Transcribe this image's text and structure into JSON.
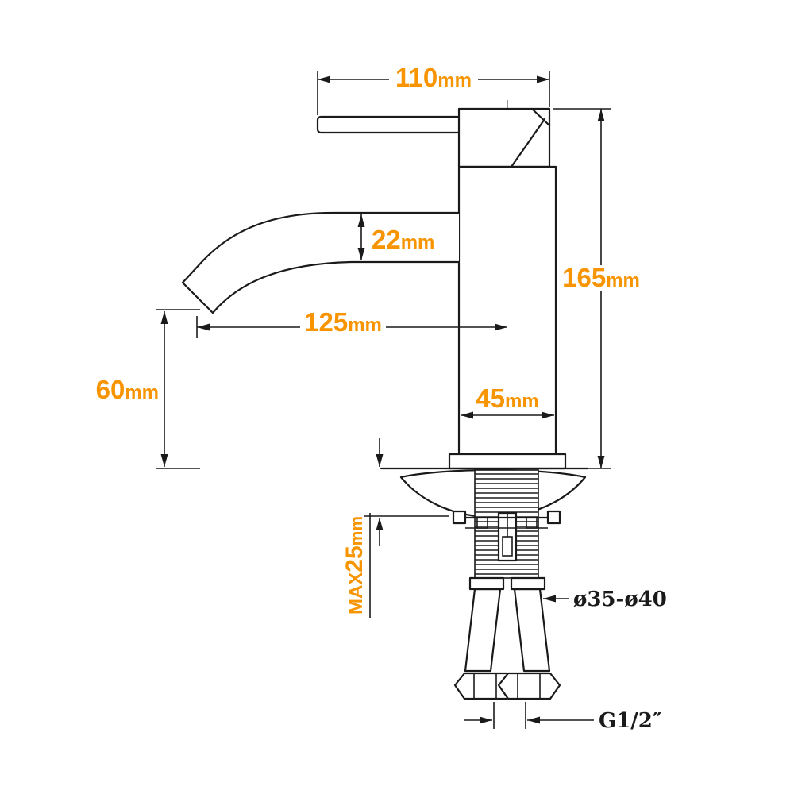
{
  "colors": {
    "accent": "#F79400",
    "line": "#1A1A1A",
    "background": "#FFFFFF"
  },
  "dimensions": {
    "handle_width": {
      "value": "110",
      "unit": "mm"
    },
    "total_height": {
      "value": "165",
      "unit": "mm"
    },
    "spout_diameter": {
      "value": "22",
      "unit": "mm"
    },
    "spout_reach": {
      "value": "125",
      "unit": "mm"
    },
    "spout_height": {
      "value": "60",
      "unit": "mm"
    },
    "body_width": {
      "value": "45",
      "unit": "mm"
    },
    "deck_thickness": {
      "prefix": "MAX",
      "value": "25",
      "unit": "mm"
    },
    "hole_diameter": {
      "label": "ø35-ø40"
    },
    "thread_size": {
      "label": "G1/2″"
    }
  }
}
